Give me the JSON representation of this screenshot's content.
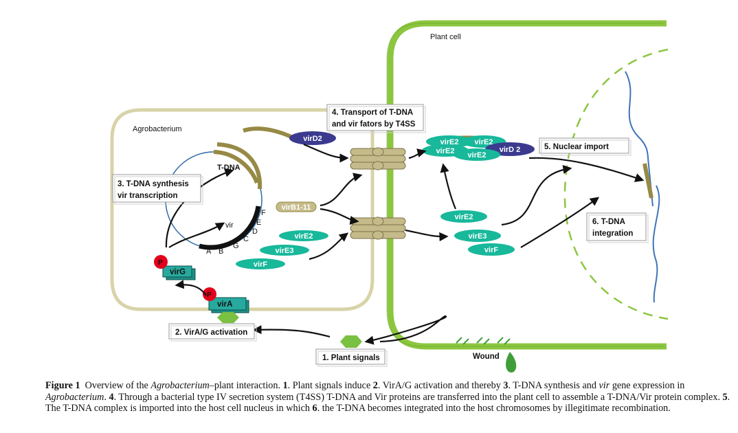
{
  "labels": {
    "plant_cell": "Plant cell",
    "agrobacterium": "Agrobacterium",
    "tdna": "T-DNA",
    "vir": "vir",
    "wound": "Wound",
    "vir_letters": [
      "A",
      "B",
      "G",
      "C",
      "D",
      "E",
      "F"
    ],
    "phospho": "P"
  },
  "steps": {
    "step1": "1. Plant signals",
    "step2": "2. VirA/G activation",
    "step3_line1": "3. T-DNA synthesis",
    "step3_line2": "vir transcription",
    "step4_line1": "4. Transport of T-DNA",
    "step4_line2": "and vir fators by T4SS",
    "step5": "5. Nuclear import",
    "step6_line1": "6. T-DNA",
    "step6_line2": "integration"
  },
  "proteins": {
    "virD2_bact": "virD2",
    "virB": "virB1-11",
    "virE2_bact": "virE2",
    "virE3_bact": "virE3",
    "virF_bact": "virF",
    "virE2_a": "virE2",
    "virE2_b": "virE2",
    "virE2_c": "virE2",
    "virE2_d": "virE2",
    "virD2_plant": "virD 2",
    "virE2_plant": "virE2",
    "virE3_plant": "virE3",
    "virF_plant": "virF",
    "virG": "virG",
    "virA": "virA"
  },
  "colors": {
    "cell_wall_green": "#8cc63f",
    "bacterium_wall": "#d8d3a8",
    "tdna_olive": "#968a45",
    "teal": "#18b89b",
    "navy": "#3b3a8f",
    "box_teal": "#1e8f86",
    "phospho_red": "#e3001b",
    "signal_green": "#79c043",
    "wound_green": "#3f9e39"
  },
  "caption": {
    "fig": "Figure 1",
    "t1": "Overview of the",
    "t1i": "Agrobacterium",
    "t2": "–plant interaction.",
    "n1": "1",
    "t3": ". Plant signals induce",
    "n2": "2",
    "t4": ". VirA/G activation and thereby",
    "n3": "3",
    "t5": ". T-DNA synthesis and",
    "t5i": "vir",
    "t6": "gene expression in",
    "t6i": "Agrobacterium",
    "t7": ".",
    "n4": "4",
    "t8": ". Through a bacterial type IV secretion system (T4SS) T-DNA and Vir proteins are transferred into the plant cell to assemble a T-DNA/Vir protein complex.",
    "n5": "5",
    "t9": ". The T-DNA complex is imported into the host cell nucleus in which",
    "n6": "6",
    "t10": ". the T-DNA becomes integrated into the host chromosomes by illegitimate recombination."
  }
}
